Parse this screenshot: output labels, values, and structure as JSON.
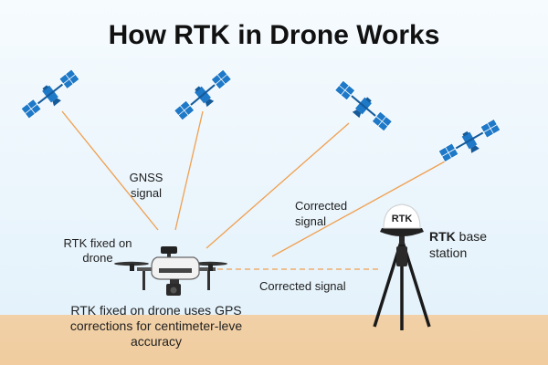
{
  "title": "How RTK in Drone Works",
  "labels": {
    "gnss_signal_line1": "GNSS",
    "gnss_signal_line2": "signal",
    "rtk_fixed_line1": "RTK fixed on",
    "rtk_fixed_line2": "drone",
    "corrected_upper_line1": "Corrected",
    "corrected_upper_line2": "signal",
    "corrected_lower": "Corrected signal",
    "base_station_bold": "RTK",
    "base_station_rest": " base",
    "base_station_line2": "station",
    "antenna_label": "RTK",
    "caption_line1": "RTK fixed on drone uses GPS",
    "caption_line2": "corrections for centimeter-leve",
    "caption_line3": "accuracy"
  },
  "colors": {
    "satellite_blue": "#1e79c8",
    "signal_orange": "#f0a050",
    "sky": "#e4f2fb",
    "ground": "#f0cc9e"
  },
  "icons": [
    "satellite-icon",
    "drone-icon",
    "base-station-icon"
  ]
}
